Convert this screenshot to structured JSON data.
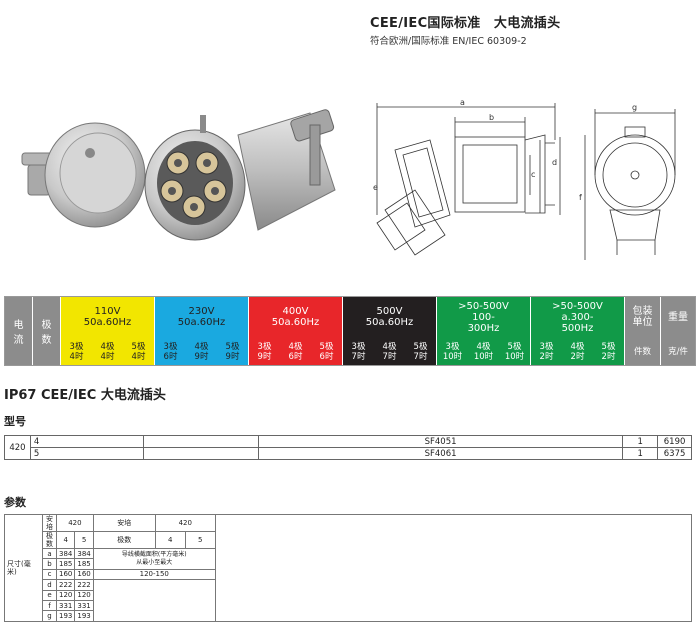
{
  "header": {
    "title": "CEE/IEC国际标准　大电流插头",
    "subtitle": "符合欧洲/国际标准 EN/IEC 60309-2"
  },
  "drawing_labels": {
    "a": "a",
    "b": "b",
    "c": "c",
    "d": "d",
    "e": "e",
    "f": "f",
    "g": "g"
  },
  "band": {
    "current": "电\n流",
    "poles": "极\n数",
    "weight_unit": "包装\n单位",
    "weight": "重量",
    "pieces": "件数",
    "kg_piece": "克/件",
    "groups": [
      {
        "label": "110V\n50a.60Hz",
        "color": "#f2e600",
        "text_color": "#222",
        "cells": [
          "3极\n4时",
          "4极\n4时",
          "5极\n4时"
        ]
      },
      {
        "label": "230V\n50a.60Hz",
        "color": "#1aa9e0",
        "text_color": "#222",
        "cells": [
          "3极\n6时",
          "4极\n9时",
          "5极\n9时"
        ]
      },
      {
        "label": "400V\n50a.60Hz",
        "color": "#e8262a",
        "text_color": "#fff",
        "cells": [
          "3极\n9时",
          "4极\n6时",
          "5极\n6时"
        ]
      },
      {
        "label": "500V\n50a.60Hz",
        "color": "#231f20",
        "text_color": "#fff",
        "cells": [
          "3极\n7时",
          "4极\n7时",
          "5极\n7时"
        ]
      },
      {
        "label": ">50-500V\n100-\n300Hz",
        "color": "#119a48",
        "text_color": "#fff",
        "cells": [
          "3极\n10时",
          "4极\n10时",
          "5极\n10时"
        ]
      },
      {
        "label": ">50-500V\na.300-\n500Hz",
        "color": "#119a48",
        "text_color": "#fff",
        "cells": [
          "3极\n2时",
          "4极\n2时",
          "5极\n2时"
        ]
      }
    ]
  },
  "sections": {
    "product": "IP67 CEE/IEC 大电流插头",
    "model": "型号",
    "params": "参数"
  },
  "model_table": {
    "current": "420",
    "rows": [
      {
        "poles": "4",
        "model": "SF4051",
        "pack": "1",
        "weight": "6190"
      },
      {
        "poles": "5",
        "model": "SF4061",
        "pack": "1",
        "weight": "6375"
      }
    ]
  },
  "param_table": {
    "dim_label": "尺寸(毫米)",
    "amp_label": "安培",
    "amp_value": "420",
    "pole_label": "极数",
    "p4": "4",
    "p5": "5",
    "amp_label2": "安培",
    "amp_value2": "420",
    "pole_label2": "极数",
    "p4b": "4",
    "p5b": "5",
    "wire_label": "导线横截面积(平方毫米)\n从最小至最大",
    "wire_value": "120-150",
    "rows": [
      {
        "k": "a",
        "v4": "384",
        "v5": "384"
      },
      {
        "k": "b",
        "v4": "185",
        "v5": "185"
      },
      {
        "k": "c",
        "v4": "160",
        "v5": "160"
      },
      {
        "k": "d",
        "v4": "222",
        "v5": "222"
      },
      {
        "k": "e",
        "v4": "120",
        "v5": "120"
      },
      {
        "k": "f",
        "v4": "331",
        "v5": "331"
      },
      {
        "k": "g",
        "v4": "193",
        "v5": "193"
      }
    ]
  }
}
